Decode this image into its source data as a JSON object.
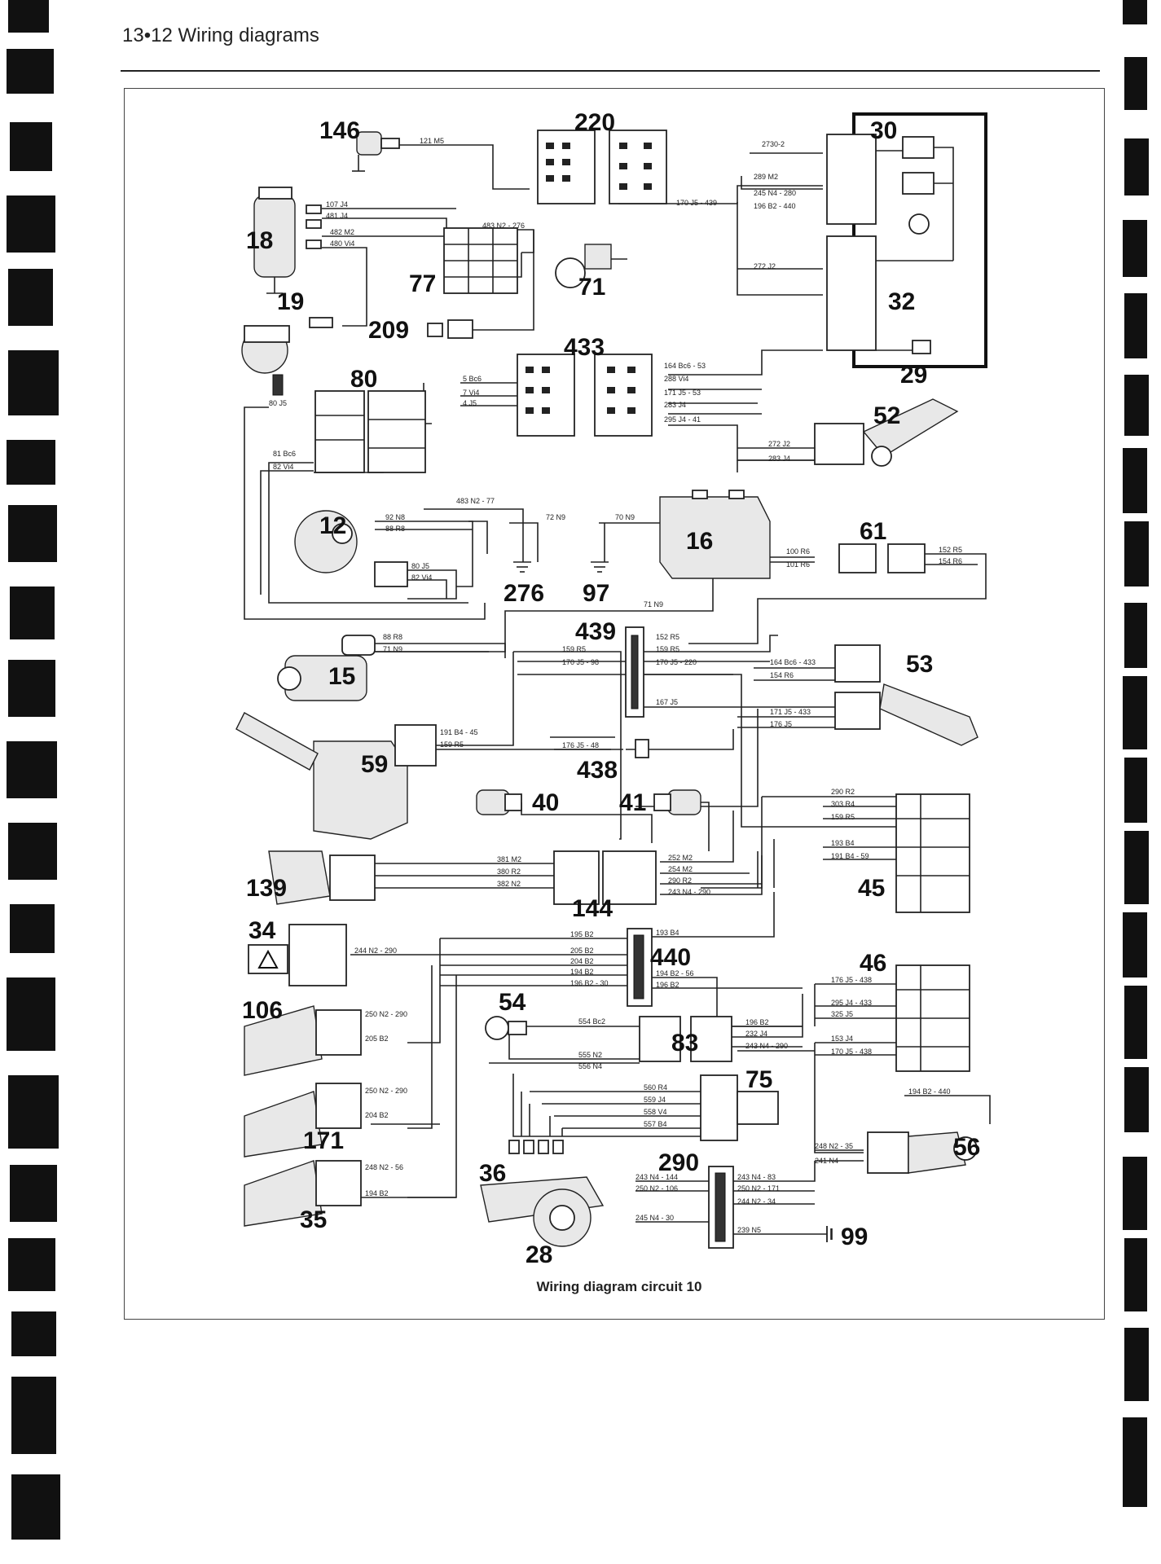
{
  "header": {
    "page_title": "13•12  Wiring diagrams"
  },
  "caption": "Wiring diagram circuit 10",
  "labels": {
    "c146": "146",
    "c220": "220",
    "c30": "30",
    "c18": "18",
    "c77": "77",
    "c71": "71",
    "c32": "32",
    "c19": "19",
    "c209": "209",
    "c433": "433",
    "c29": "29",
    "c80": "80",
    "c52": "52",
    "c12": "12",
    "c16": "16",
    "c61": "61",
    "c276": "276",
    "c97": "97",
    "c439": "439",
    "c15": "15",
    "c53": "53",
    "c59": "59",
    "c438": "438",
    "c40": "40",
    "c41": "41",
    "c45": "45",
    "c139": "139",
    "c144": "144",
    "c34": "34",
    "c440": "440",
    "c46": "46",
    "c106": "106",
    "c54": "54",
    "c83": "83",
    "c75": "75",
    "c171": "171",
    "c56": "56",
    "c290": "290",
    "c36": "36",
    "c35": "35",
    "c28": "28",
    "c99": "99"
  },
  "wires": [
    "121 M5",
    "2730-2",
    "289 M2",
    "245 N4 - 280",
    "196 B2 - 440",
    "170 J5 - 439",
    "107 J4",
    "481 J4",
    "482 M2",
    "480 Vi4",
    "483 N2 - 276",
    "272 J2",
    "164 Bc6 - 53",
    "288 Vi4",
    "171 J5 - 53",
    "283 J4",
    "295 J4 - 41",
    "5 Bc6",
    "7 Vi4",
    "4 J5",
    "80 J5",
    "81 Bc6",
    "82 Vi4",
    "272 J2",
    "283 J4",
    "483 N2 - 77",
    "72 N9",
    "70 N9",
    "92 N8",
    "88 R8",
    "80 J5",
    "82 Vi4",
    "100 R6",
    "101 R6",
    "152 R5",
    "154 R6",
    "71 N9",
    "88 R8",
    "71 N9",
    "152 R5",
    "159 R5",
    "159 R5",
    "170 J5 - 98",
    "170 J5 - 220",
    "164 Bc6 - 433",
    "154 R6",
    "167 J5",
    "171 J5 - 433",
    "176 J5",
    "191 B4 - 45",
    "159 R5",
    "176 J5 - 48",
    "290 R2",
    "303 R4",
    "159 R5",
    "193 B4",
    "191 B4 - 59",
    "381 M2",
    "380 R2",
    "382 N2",
    "252 M2",
    "254 M2",
    "290 R2",
    "243 N4 - 290",
    "195 B2",
    "205 B2",
    "204 B2",
    "194 B2",
    "196 B2 - 30",
    "193 B4",
    "194 B2 - 56",
    "196 B2",
    "244 N2 - 290",
    "176 J5 - 438",
    "295 J4 - 433",
    "325 J5",
    "153 J4",
    "170 J5 - 438",
    "250 N2 - 290",
    "205 B2",
    "554 Bc2",
    "555 N2",
    "556 N4",
    "196 B2",
    "232 J4",
    "243 N4 - 290",
    "560 R4",
    "559 J4",
    "558 V4",
    "557 B4",
    "250 N2 - 290",
    "204 B2",
    "194 B2 - 440",
    "248 N2 - 56",
    "194 B2",
    "248 N2 - 35",
    "241 N4",
    "243 N4 - 144",
    "250 N2 - 106",
    "245 N4 - 30",
    "243 N4 - 83",
    "250 N2 - 171",
    "244 N2 - 34",
    "239 N5"
  ]
}
